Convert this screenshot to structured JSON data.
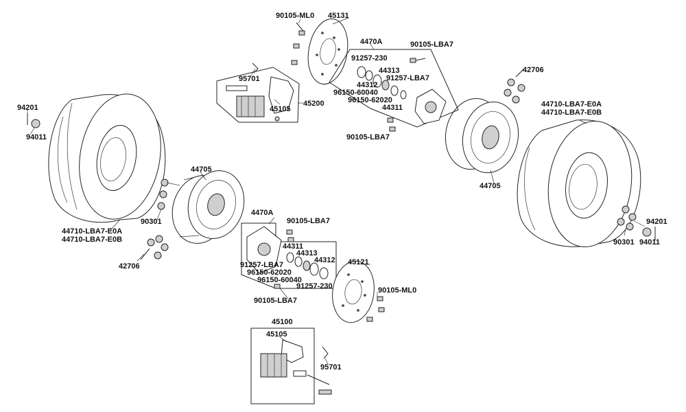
{
  "labels": {
    "p45131": "45131",
    "p90105ml0_top": "90105-ML0",
    "p4470a_top": "4470A",
    "p91257_230_top": "91257-230",
    "p90105lba7_topright": "90105-LBA7",
    "p42706_right": "42706",
    "p44313_top": "44313",
    "p91257lba7_top": "91257-LBA7",
    "p44312_top": "44312",
    "p96150_60040_top": "96150-60040",
    "p96150_62020_top": "96150-62020",
    "p44311_top": "44311",
    "p90105lba7_topmid": "90105-LBA7",
    "p95701_top": "95701",
    "p45200": "45200",
    "p45105_top": "45105",
    "p94201_left": "94201",
    "p94011_left": "94011",
    "p44710_right_a": "44710-LBA7-E0A",
    "p44710_right_b": "44710-LBA7-E0B",
    "p44705_left": "44705",
    "p44705_right": "44705",
    "p90301_left": "90301",
    "p44710_left_a": "44710-LBA7-E0A",
    "p44710_left_b": "44710-LBA7-E0B",
    "p42706_left": "42706",
    "p4470a_bottom": "4470A",
    "p90105lba7_bottom1": "90105-LBA7",
    "p44311_bottom": "44311",
    "p44313_bottom": "44313",
    "p44312_bottom": "44312",
    "p91257lba7_bottom": "91257-LBA7",
    "p96150_62020_bottom": "96150-62020",
    "p96150_60040_bottom": "96150-60040",
    "p91257_230_bottom": "91257-230",
    "p90105lba7_bottom2": "90105-LBA7",
    "p45121": "45121",
    "p90105ml0_bottom": "90105-ML0",
    "p94201_right": "94201",
    "p90301_right": "90301",
    "p94011_right": "94011",
    "p45100": "45100",
    "p45105_bottom": "45105",
    "p95701_bottom": "95701"
  },
  "colors": {
    "line": "#222222",
    "shade": "#cfcfcf",
    "dark": "#8a8a8a",
    "background": "#ffffff"
  }
}
